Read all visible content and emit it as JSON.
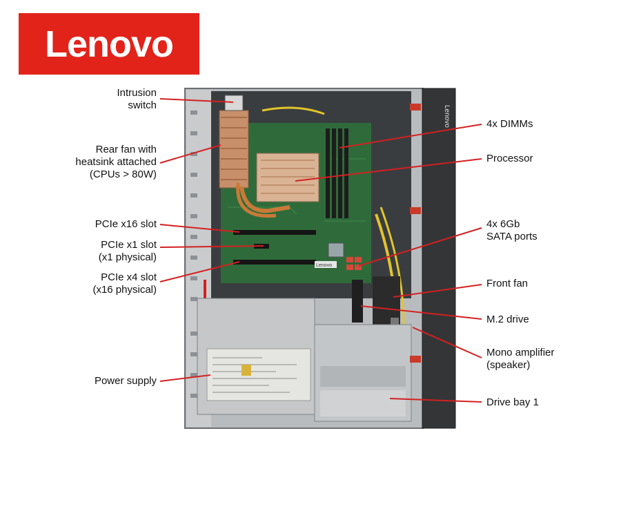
{
  "brand": {
    "logo_text": "Lenovo",
    "logo_color": "#e2231a",
    "bezel_text": "Lenovo",
    "board_text": "Lenovo"
  },
  "leader_color": "#d42020",
  "callouts_left": [
    {
      "id": "intrusion-switch",
      "text": "Intrusion\nswitch"
    },
    {
      "id": "rear-fan",
      "text": "Rear fan with\nheatsink attached\n(CPUs > 80W)"
    },
    {
      "id": "pcie-x16-slot",
      "text": "PCIe x16 slot"
    },
    {
      "id": "pcie-x1-slot",
      "text": "PCIe x1 slot\n(x1 physical)"
    },
    {
      "id": "pcie-x4-slot",
      "text": "PCIe x4 slot\n(x16 physical)"
    },
    {
      "id": "power-supply",
      "text": "Power supply"
    }
  ],
  "callouts_right": [
    {
      "id": "dimms",
      "text": "4x DIMMs"
    },
    {
      "id": "processor",
      "text": "Processor"
    },
    {
      "id": "sata-ports",
      "text": "4x 6Gb\nSATA ports"
    },
    {
      "id": "front-fan",
      "text": "Front fan"
    },
    {
      "id": "m2-drive",
      "text": "M.2 drive"
    },
    {
      "id": "mono-amplifier",
      "text": "Mono amplifier\n(speaker)"
    },
    {
      "id": "drive-bay-1",
      "text": "Drive bay 1"
    }
  ]
}
